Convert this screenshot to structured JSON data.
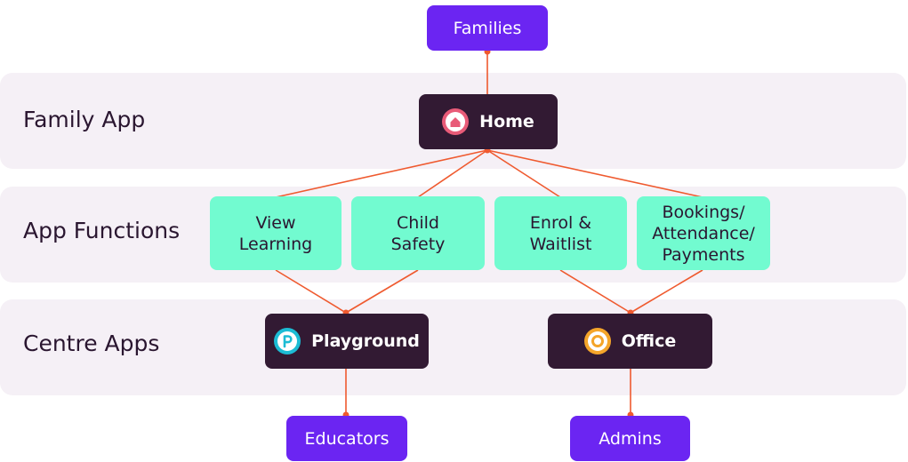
{
  "bands": [
    {
      "label": "Family App"
    },
    {
      "label": "App Functions"
    },
    {
      "label": "Centre Apps"
    }
  ],
  "nodes": {
    "families": "Families",
    "home": "Home",
    "view_learning": "View\nLearning",
    "child_safety": "Child\nSafety",
    "enrol_waitlist": "Enrol &\nWaitlist",
    "bookings": "Bookings/\nAttendance/\nPayments",
    "playground": "Playground",
    "office": "Office",
    "educators": "Educators",
    "admins": "Admins"
  },
  "icons": {
    "home": "house-icon",
    "playground": "p-letter-icon",
    "office": "ring-icon"
  },
  "colors": {
    "band_bg": "#f5f0f6",
    "audience": "#6b25f2",
    "app": "#321a33",
    "function": "#72fbd0",
    "connector": "#ef5a2f",
    "home_icon": "#e85b78",
    "playground_icon": "#1cbcd4",
    "office_icon": "#f4a52a"
  }
}
